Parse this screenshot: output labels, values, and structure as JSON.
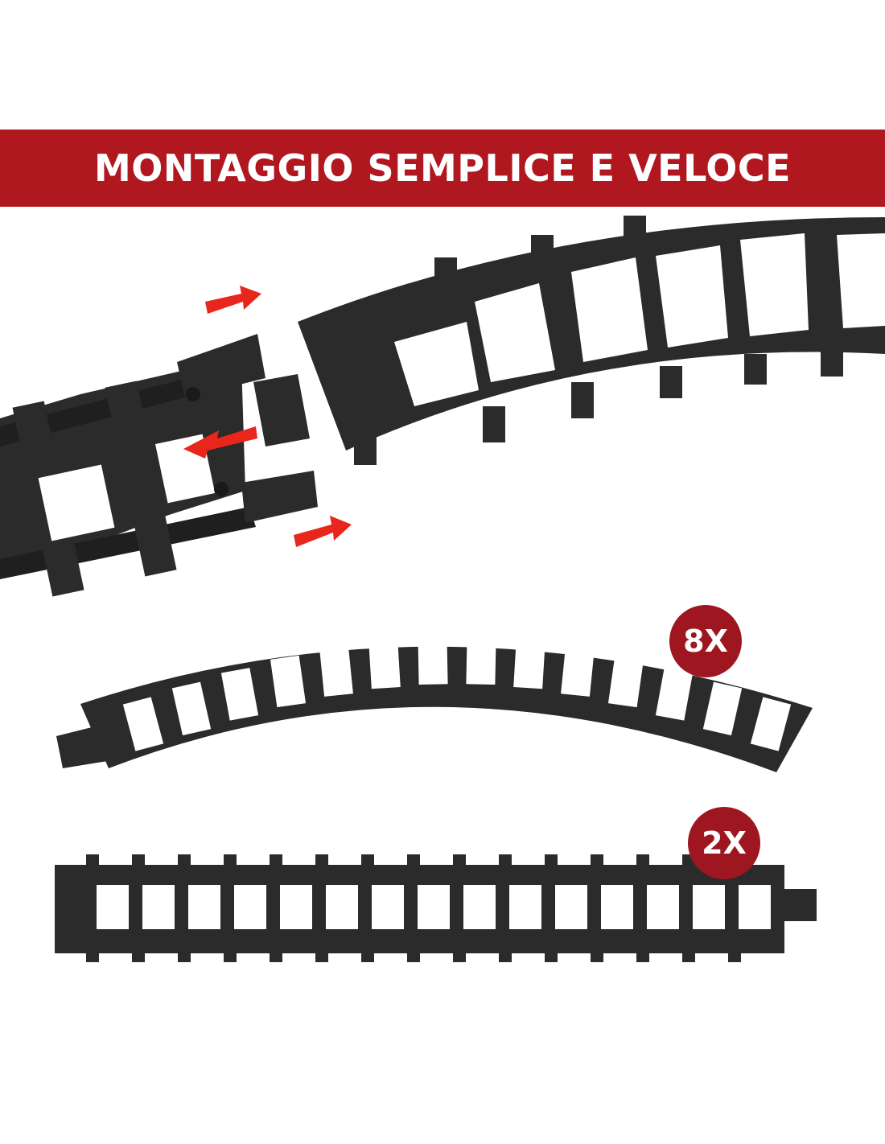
{
  "banner": {
    "title": "MONTAGGIO SEMPLICE E VELOCE"
  },
  "badges": {
    "curved_qty": "8X",
    "straight_qty": "2X"
  },
  "colors": {
    "banner": "#b0171f",
    "badge": "#9e1620",
    "track": "#2b2b2b",
    "arrow": "#e8261b"
  },
  "icons": [
    "arrow-right-icon",
    "arrow-left-icon"
  ]
}
